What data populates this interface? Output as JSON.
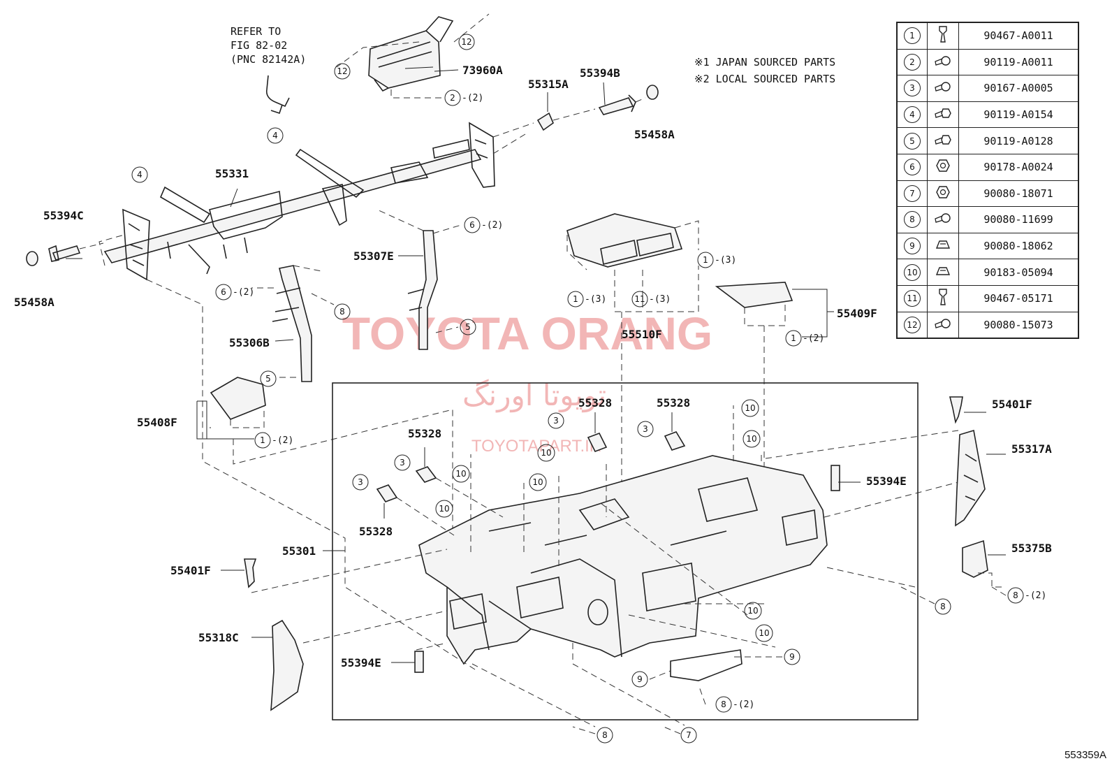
{
  "refer_note": [
    "REFER TO",
    "FIG 82-02",
    "(PNC 82142A)"
  ],
  "sourcing_notes": [
    "※1 JAPAN SOURCED PARTS",
    "※2 LOCAL SOURCED PARTS"
  ],
  "watermark": {
    "main": "TOYOTA ORANG",
    "persian": "تویوتا اورنگ",
    "site": "TOYOTAPART.IR",
    "color": "#f2b6b6"
  },
  "figure_code": "553359A",
  "part_labels": {
    "p73960A": "73960A",
    "p55315A": "55315A",
    "p55394B": "55394B",
    "p55458A_top": "55458A",
    "p55331": "55331",
    "p55394C": "55394C",
    "p55458A_left": "55458A",
    "p55307E": "55307E",
    "p55306B": "55306B",
    "p55510F": "55510F",
    "p55409F": "55409F",
    "p55408F": "55408F",
    "p55328_a": "55328",
    "p55328_b": "55328",
    "p55328_c": "55328",
    "p55328_d": "55328",
    "p55301": "55301",
    "p55401F_left": "55401F",
    "p55401F_right": "55401F",
    "p55317A": "55317A",
    "p55394E_right": "55394E",
    "p55394E_left": "55394E",
    "p55375B": "55375B",
    "p55318C": "55318C"
  },
  "callouts": {
    "c12a": "12",
    "c12b": "12",
    "c2_air": "2",
    "q2_air": "-(2)",
    "c4a": "4",
    "c4b": "4",
    "c6a": "6",
    "q6a": "-(2)",
    "c6b": "6",
    "q6b": "-(2)",
    "c8_brace": "8",
    "c5a": "5",
    "c5b": "5",
    "c1_a": "1",
    "q1_a": "-(3)",
    "c11": "11",
    "q11": "-(3)",
    "c1_b": "1",
    "q1_b": "-(3)",
    "c1_c": "1",
    "q1_c": "-(2)",
    "c1_d": "1",
    "q1_d": "-(2)",
    "c3_a": "3",
    "c3_b": "3",
    "c3_c": "3",
    "c3_d": "3",
    "c10_a": "10",
    "c10_b": "10",
    "c10_c": "10",
    "c10_d": "10",
    "c10_e": "10",
    "c10_f": "10",
    "c10_g": "10",
    "c10_h": "10",
    "c9_a": "9",
    "c9_b": "9",
    "c8_b": "8",
    "q8_b": "-(2)",
    "c8_c": "8",
    "q8_c": "-(2)",
    "c8_d": "8",
    "c8_e": "8",
    "c7": "7"
  },
  "parts_table": [
    {
      "no": "1",
      "icon": "clip-icon",
      "part": "90467-A0011"
    },
    {
      "no": "2",
      "icon": "screw-icon",
      "part": "90119-A0011"
    },
    {
      "no": "3",
      "icon": "screw-icon",
      "part": "90167-A0005"
    },
    {
      "no": "4",
      "icon": "bolt-icon",
      "part": "90119-A0154"
    },
    {
      "no": "5",
      "icon": "bolt-icon",
      "part": "90119-A0128"
    },
    {
      "no": "6",
      "icon": "nut-icon",
      "part": "90178-A0024"
    },
    {
      "no": "7",
      "icon": "nut-icon",
      "part": "90080-18071"
    },
    {
      "no": "8",
      "icon": "screw-icon",
      "part": "90080-11699"
    },
    {
      "no": "9",
      "icon": "clip-nut-icon",
      "part": "90080-18062"
    },
    {
      "no": "10",
      "icon": "clip-nut-icon",
      "part": "90183-05094"
    },
    {
      "no": "11",
      "icon": "clip-icon",
      "part": "90467-05171"
    },
    {
      "no": "12",
      "icon": "screw-icon",
      "part": "90080-15073"
    }
  ]
}
